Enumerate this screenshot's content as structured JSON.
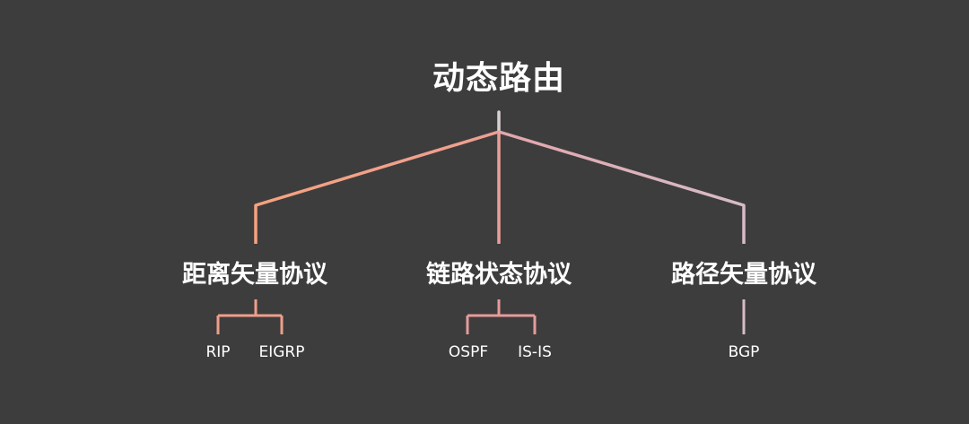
{
  "root": {
    "title": "动态路由"
  },
  "branches": [
    {
      "title": "距离矢量协议",
      "leaves": [
        "RIP",
        "EIGRP"
      ]
    },
    {
      "title": "链路状态协议",
      "leaves": [
        "OSPF",
        "IS-IS"
      ]
    },
    {
      "title": "路径矢量协议",
      "leaves": [
        "BGP"
      ]
    }
  ],
  "colors": {
    "background": "#3d3d3d",
    "text": "#ffffff",
    "connector_left": "#f2a283",
    "connector_middle": "#e9a0a0",
    "connector_right": "#d8b8c4",
    "root_stem": "#d9d0d3"
  }
}
